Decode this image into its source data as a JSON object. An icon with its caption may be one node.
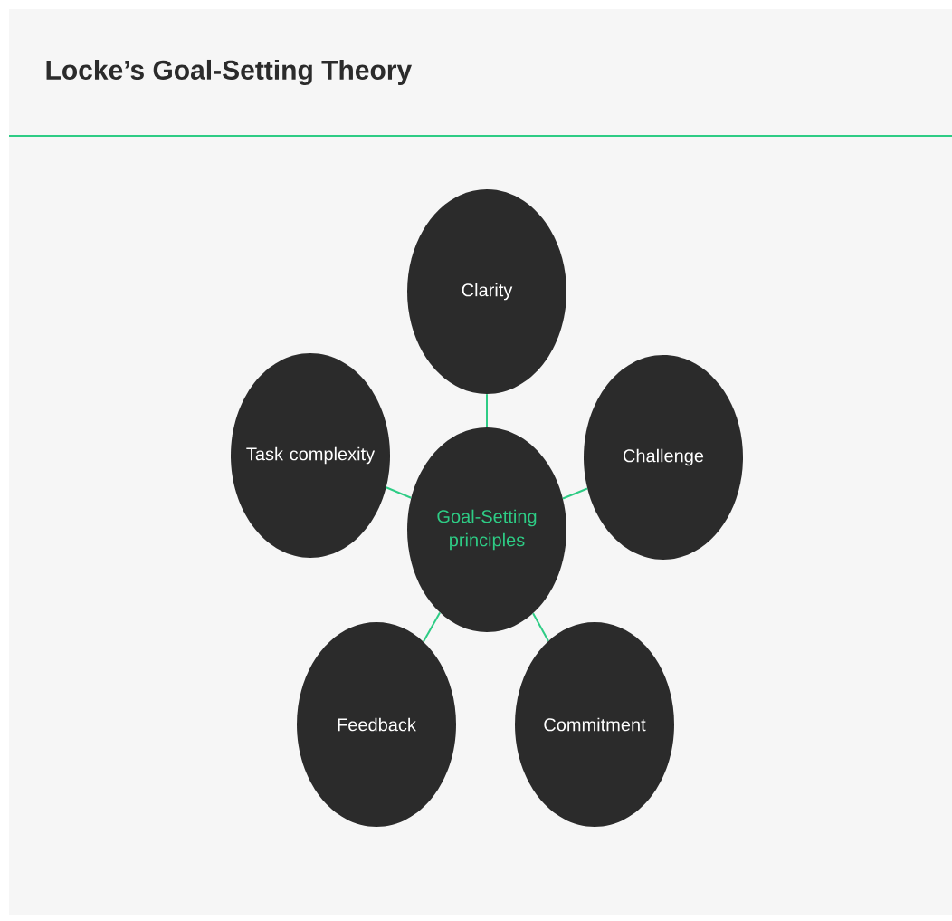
{
  "diagram": {
    "title": "Locke’s Goal-Setting Theory",
    "nodes": [
      {
        "text": [
          "Clarity"
        ]
      },
      {
        "text": [
          "Task complexity"
        ]
      },
      {
        "text": [
          "Challenge"
        ]
      },
      {
        "text": [
          "Goal-Setting principles"
        ]
      },
      {
        "text": [
          "Feedback"
        ]
      },
      {
        "text": [
          "Commitment"
        ]
      }
    ],
    "edges": [
      {
        "from": 3,
        "to": 0,
        "arrow": "none"
      },
      {
        "from": 3,
        "to": 1,
        "arrow": "none"
      },
      {
        "from": 3,
        "to": 2,
        "arrow": "none"
      },
      {
        "from": 3,
        "to": 4,
        "arrow": "none"
      },
      {
        "from": 3,
        "to": 5,
        "arrow": "none"
      }
    ]
  }
}
